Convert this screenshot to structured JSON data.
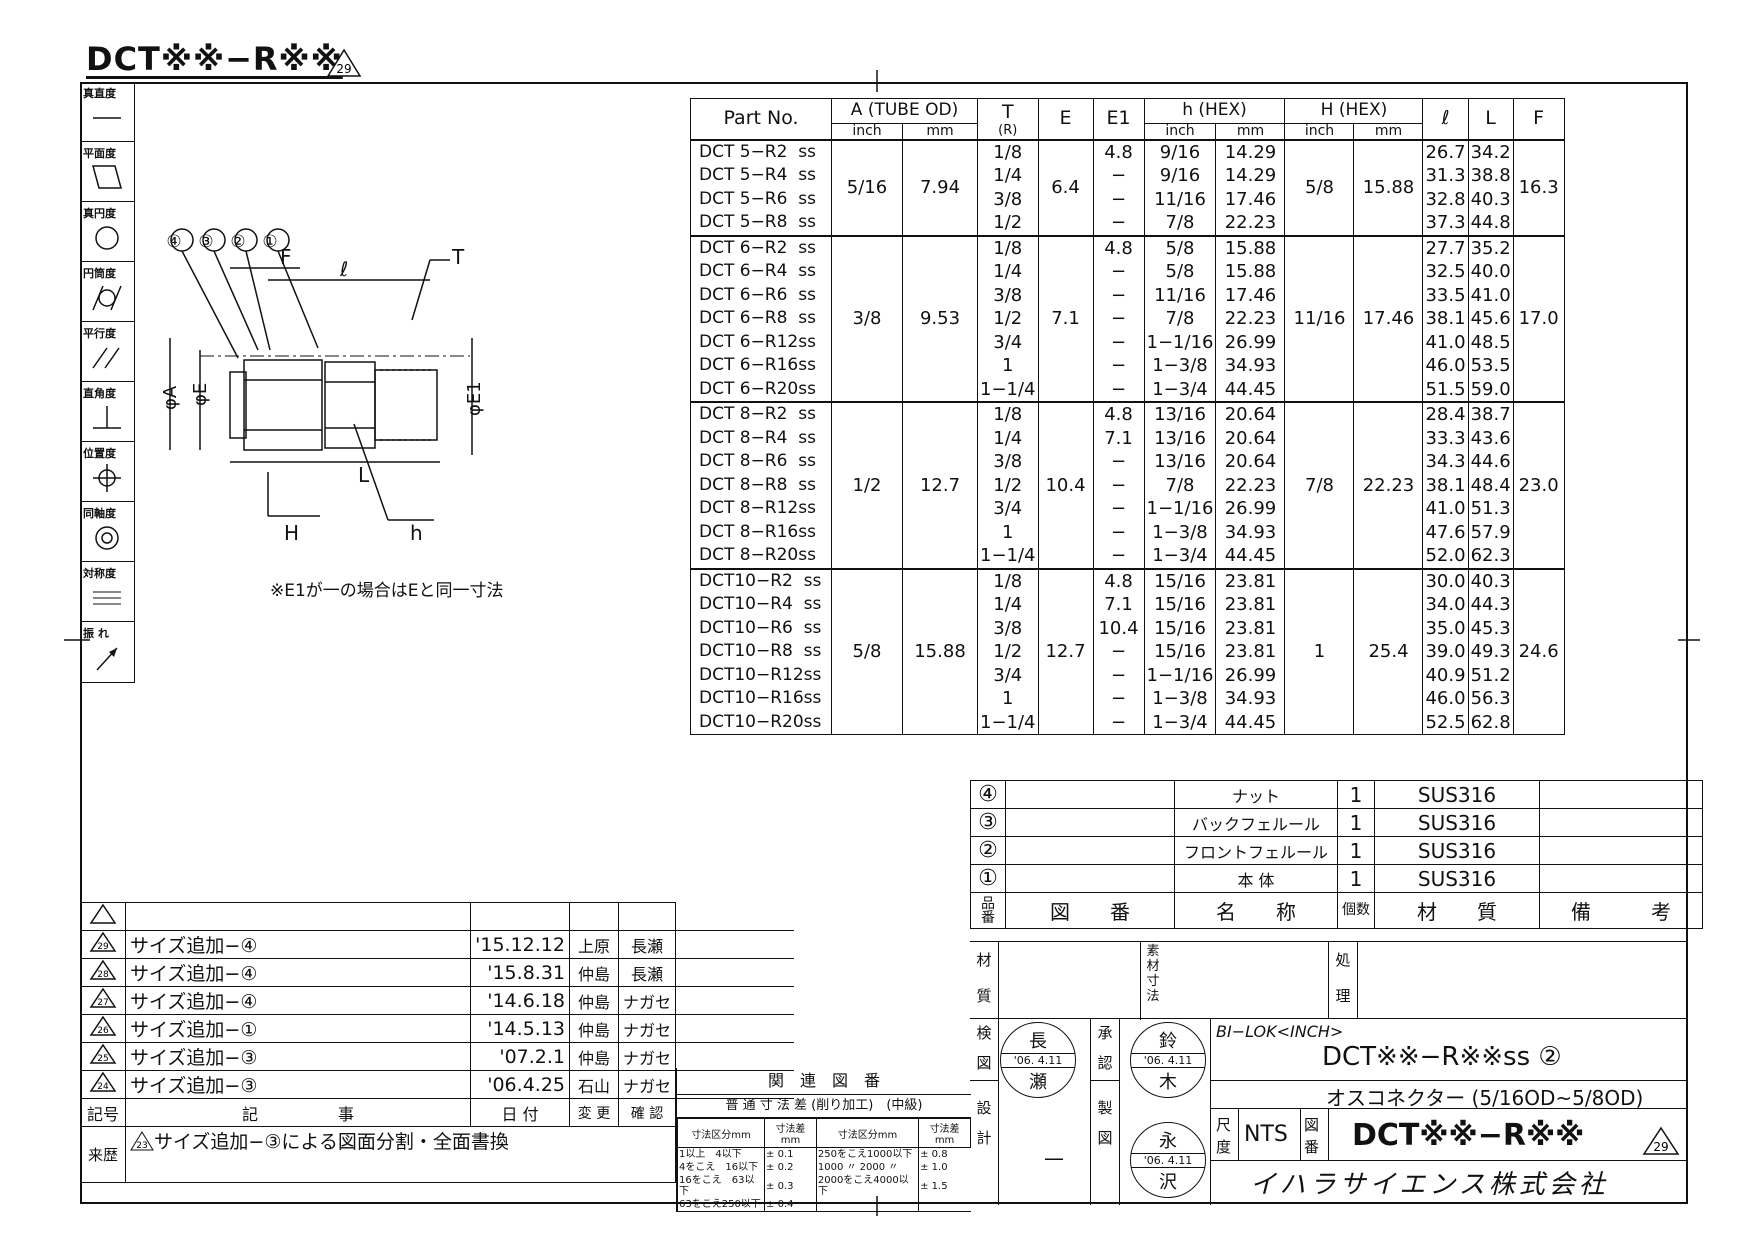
{
  "header": {
    "title": "DCT※※−R※※",
    "revision": "29"
  },
  "tolerance_symbols": [
    {
      "label": "真直度",
      "icon": "straightness-icon"
    },
    {
      "label": "平面度",
      "icon": "flatness-icon"
    },
    {
      "label": "真円度",
      "icon": "circularity-icon"
    },
    {
      "label": "円筒度",
      "icon": "cylindricity-icon"
    },
    {
      "label": "平行度",
      "icon": "parallelism-icon"
    },
    {
      "label": "直角度",
      "icon": "perpendicularity-icon"
    },
    {
      "label": "位置度",
      "icon": "position-icon"
    },
    {
      "label": "同軸度",
      "icon": "concentricity-icon"
    },
    {
      "label": "対称度",
      "icon": "symmetry-icon"
    },
    {
      "label": "振 れ",
      "icon": "runout-icon"
    }
  ],
  "drawing": {
    "balloons": [
      "④",
      "③",
      "②",
      "①"
    ],
    "dims": {
      "F": "F",
      "l": "ℓ",
      "T": "T",
      "A": "φA",
      "E": "φE",
      "E1": "φE1",
      "L": "L",
      "H": "H",
      "h": "h"
    },
    "note": "※E1が一の場合はEと同一寸法"
  },
  "spec_table": {
    "headers": {
      "part": "Part No.",
      "A": "A (TUBE OD)",
      "T": "T",
      "T_sub": "(R)",
      "E": "E",
      "E1": "E1",
      "h": "h (HEX)",
      "H": "H (HEX)",
      "l": "ℓ",
      "L": "L",
      "F": "F",
      "inch": "inch",
      "mm": "mm"
    },
    "groups": [
      {
        "parts": [
          "DCT 5−R2  ss",
          "DCT 5−R4  ss",
          "DCT 5−R6  ss",
          "DCT 5−R8  ss"
        ],
        "A_inch": "5/16",
        "A_mm": "7.94",
        "T": [
          "1/8",
          "1/4",
          "3/8",
          "1/2"
        ],
        "E": "6.4",
        "E1": [
          "4.8",
          "−",
          "−",
          "−"
        ],
        "h_inch": [
          "9/16",
          "9/16",
          "11/16",
          "7/8"
        ],
        "h_mm": [
          "14.29",
          "14.29",
          "17.46",
          "22.23"
        ],
        "H_inch": "5/8",
        "H_mm": "15.88",
        "l": [
          "26.7",
          "31.3",
          "32.8",
          "37.3"
        ],
        "L": [
          "34.2",
          "38.8",
          "40.3",
          "44.8"
        ],
        "F": "16.3"
      },
      {
        "parts": [
          "DCT 6−R2  ss",
          "DCT 6−R4  ss",
          "DCT 6−R6  ss",
          "DCT 6−R8  ss",
          "DCT 6−R12ss",
          "DCT 6−R16ss",
          "DCT 6−R20ss"
        ],
        "A_inch": "3/8",
        "A_mm": "9.53",
        "T": [
          "1/8",
          "1/4",
          "3/8",
          "1/2",
          "3/4",
          "1",
          "1−1/4"
        ],
        "E": "7.1",
        "E1": [
          "4.8",
          "−",
          "−",
          "−",
          "−",
          "−",
          "−"
        ],
        "h_inch": [
          "5/8",
          "5/8",
          "11/16",
          "7/8",
          "1−1/16",
          "1−3/8",
          "1−3/4"
        ],
        "h_mm": [
          "15.88",
          "15.88",
          "17.46",
          "22.23",
          "26.99",
          "34.93",
          "44.45"
        ],
        "H_inch": "11/16",
        "H_mm": "17.46",
        "l": [
          "27.7",
          "32.5",
          "33.5",
          "38.1",
          "41.0",
          "46.0",
          "51.5"
        ],
        "L": [
          "35.2",
          "40.0",
          "41.0",
          "45.6",
          "48.5",
          "53.5",
          "59.0"
        ],
        "F": "17.0"
      },
      {
        "parts": [
          "DCT 8−R2  ss",
          "DCT 8−R4  ss",
          "DCT 8−R6  ss",
          "DCT 8−R8  ss",
          "DCT 8−R12ss",
          "DCT 8−R16ss",
          "DCT 8−R20ss"
        ],
        "A_inch": "1/2",
        "A_mm": "12.7",
        "T": [
          "1/8",
          "1/4",
          "3/8",
          "1/2",
          "3/4",
          "1",
          "1−1/4"
        ],
        "E": "10.4",
        "E1": [
          "4.8",
          "7.1",
          "−",
          "−",
          "−",
          "−",
          "−"
        ],
        "h_inch": [
          "13/16",
          "13/16",
          "13/16",
          "7/8",
          "1−1/16",
          "1−3/8",
          "1−3/4"
        ],
        "h_mm": [
          "20.64",
          "20.64",
          "20.64",
          "22.23",
          "26.99",
          "34.93",
          "44.45"
        ],
        "H_inch": "7/8",
        "H_mm": "22.23",
        "l": [
          "28.4",
          "33.3",
          "34.3",
          "38.1",
          "41.0",
          "47.6",
          "52.0"
        ],
        "L": [
          "38.7",
          "43.6",
          "44.6",
          "48.4",
          "51.3",
          "57.9",
          "62.3"
        ],
        "F": "23.0"
      },
      {
        "parts": [
          "DCT10−R2  ss",
          "DCT10−R4  ss",
          "DCT10−R6  ss",
          "DCT10−R8  ss",
          "DCT10−R12ss",
          "DCT10−R16ss",
          "DCT10−R20ss"
        ],
        "A_inch": "5/8",
        "A_mm": "15.88",
        "T": [
          "1/8",
          "1/4",
          "3/8",
          "1/2",
          "3/4",
          "1",
          "1−1/4"
        ],
        "E": "12.7",
        "E1": [
          "4.8",
          "7.1",
          "10.4",
          "−",
          "−",
          "−",
          "−"
        ],
        "h_inch": [
          "15/16",
          "15/16",
          "15/16",
          "15/16",
          "1−1/16",
          "1−3/8",
          "1−3/4"
        ],
        "h_mm": [
          "23.81",
          "23.81",
          "23.81",
          "23.81",
          "26.99",
          "34.93",
          "44.45"
        ],
        "H_inch": "1",
        "H_mm": "25.4",
        "l": [
          "30.0",
          "34.0",
          "35.0",
          "39.0",
          "40.9",
          "46.0",
          "52.5"
        ],
        "L": [
          "40.3",
          "44.3",
          "45.3",
          "49.3",
          "51.2",
          "56.3",
          "62.8"
        ],
        "F": "24.6"
      }
    ]
  },
  "parts_list": {
    "rows": [
      {
        "no": "④",
        "name": "ナット",
        "qty": "1",
        "material": "SUS316"
      },
      {
        "no": "③",
        "name": "バックフェルール",
        "qty": "1",
        "material": "SUS316"
      },
      {
        "no": "②",
        "name": "フロントフェルール",
        "qty": "1",
        "material": "SUS316"
      },
      {
        "no": "①",
        "name": "本 体",
        "qty": "1",
        "material": "SUS316"
      }
    ],
    "headers": {
      "no": "品番",
      "drawing": "図　　番",
      "name": "名　　称",
      "qty": "個数",
      "material": "材　　質",
      "remarks": "備　　　考"
    }
  },
  "revisions": {
    "rows": [
      {
        "mark": "29",
        "text": "サイズ追加−④",
        "date": "'15.12.12",
        "changed": "上原",
        "checked": "長瀬"
      },
      {
        "mark": "28",
        "text": "サイズ追加−④",
        "date": "'15.8.31",
        "changed": "仲島",
        "checked": "長瀬"
      },
      {
        "mark": "27",
        "text": "サイズ追加−④",
        "date": "'14.6.18",
        "changed": "仲島",
        "checked": "ナガセ"
      },
      {
        "mark": "26",
        "text": "サイズ追加−①",
        "date": "'14.5.13",
        "changed": "仲島",
        "checked": "ナガセ"
      },
      {
        "mark": "25",
        "text": "サイズ追加−③",
        "date": "'07.2.1",
        "changed": "仲島",
        "checked": "ナガセ"
      },
      {
        "mark": "24",
        "text": "サイズ追加−③",
        "date": "'06.4.25",
        "changed": "石山",
        "checked": "ナガセ"
      }
    ],
    "footer": {
      "mark": "記号",
      "text": "記　　　　　事",
      "date": "日 付",
      "changed": "変 更",
      "checked": "確 認"
    },
    "history_label": "来歴",
    "history_text": "サイズ追加−③による図面分割・全面書換",
    "history_mark": "23"
  },
  "tolerance_box": {
    "title": "関　連　図　番",
    "general": "普 通 寸 法 差 (削り加工)　(中級)",
    "col_headers": [
      "寸法区分mm",
      "寸法差mm",
      "寸法区分mm",
      "寸法差mm"
    ],
    "rows": [
      [
        "1以上　4以下",
        "± 0.1",
        "250をこえ1000以下",
        "± 0.8"
      ],
      [
        "4をこえ　16以下",
        "± 0.2",
        "1000 〃 2000 〃",
        "± 1.0"
      ],
      [
        "16をこえ　63以下",
        "± 0.3",
        "2000をこえ4000以下",
        "± 1.5"
      ],
      [
        "63をこえ250以下",
        "± 0.4",
        "",
        ""
      ]
    ]
  },
  "title_block": {
    "material_label": "材質",
    "stock_label": "素材寸法",
    "treatment_label": "処理",
    "inspect_label": "検図",
    "approve_label": "承認",
    "make_label": "製図",
    "design_label": "設計",
    "stamp_inspect": {
      "top": "長",
      "date": "'06. 4.11",
      "bottom": "瀬"
    },
    "stamp_approve": {
      "top": "鈴",
      "date": "'06. 4.11",
      "bottom": "木"
    },
    "stamp_make": {
      "top": "永",
      "date": "'06. 4.11",
      "bottom": "沢"
    },
    "design_value": "—",
    "brand": "BI−LOK<INCH>",
    "model": "DCT※※−R※※ss ②",
    "product": "オスコネクター (5/16OD~5/8OD)",
    "scale_label": "尺度",
    "scale": "NTS",
    "drawing_no_label": "図番",
    "drawing_no": "DCT※※−R※※",
    "drawing_rev": "29",
    "company": "イハラサイエンス株式会社"
  }
}
